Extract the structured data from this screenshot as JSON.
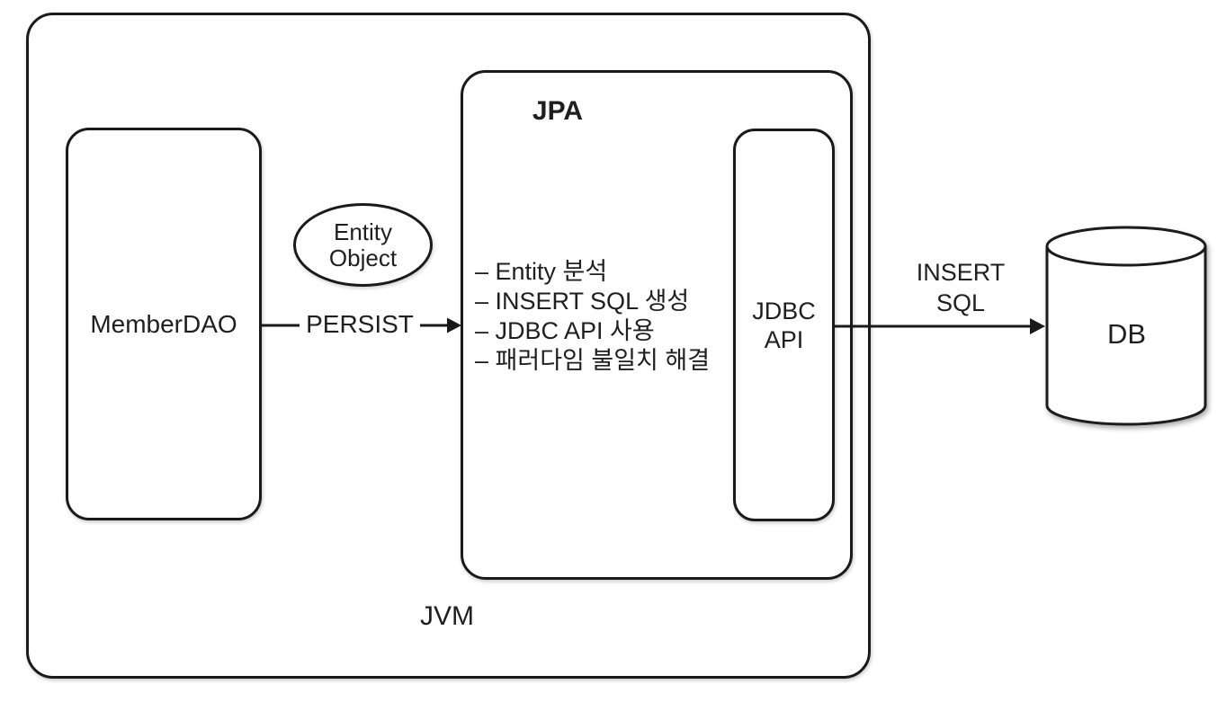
{
  "diagram": {
    "jvm_label": "JVM",
    "member_dao_label": "MemberDAO",
    "entity_object": {
      "line1": "Entity",
      "line2": "Object"
    },
    "persist_label": "PERSIST",
    "jpa": {
      "title": "JPA",
      "responsibilities": [
        "– Entity 분석",
        "– INSERT SQL 생성",
        "– JDBC API 사용",
        "– 패러다임 불일치 해결"
      ]
    },
    "jdbc_api": {
      "line1": "JDBC",
      "line2": "API"
    },
    "insert_sql": {
      "line1": "INSERT",
      "line2": "SQL"
    },
    "db_label": "DB",
    "colors": {
      "stroke": "#1a1a1a",
      "text": "#1f1f1f",
      "background": "#ffffff"
    }
  }
}
